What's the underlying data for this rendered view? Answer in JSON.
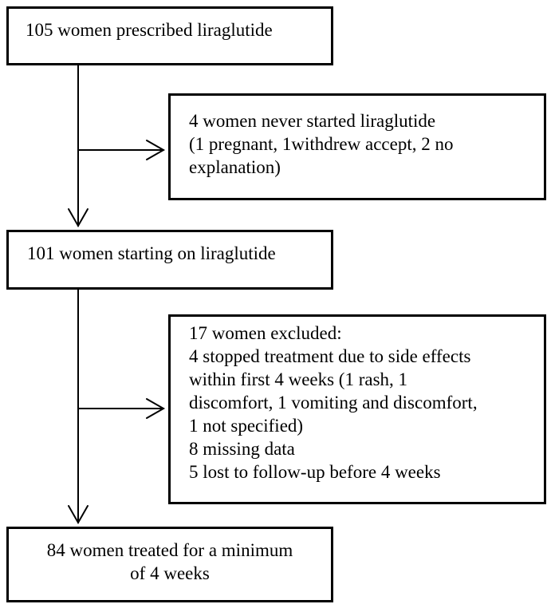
{
  "boxes": {
    "prescribed": {
      "lines": [
        "105 women prescribed liraglutide"
      ]
    },
    "never_started": {
      "lines": [
        "4 women never started liraglutide",
        "(1 pregnant, 1withdrew accept, 2 no",
        "explanation)"
      ]
    },
    "starting": {
      "lines": [
        "101 women starting on liraglutide"
      ]
    },
    "excluded": {
      "lines": [
        "17 women excluded:",
        "4 stopped treatment due to side effects",
        "within first 4 weeks (1 rash, 1",
        "discomfort, 1 vomiting and discomfort,",
        "1 not specified)",
        "8 missing data",
        "5 lost to follow-up before 4 weeks"
      ]
    },
    "treated": {
      "lines": [
        "84 women treated for a minimum",
        "of 4 weeks"
      ]
    }
  }
}
